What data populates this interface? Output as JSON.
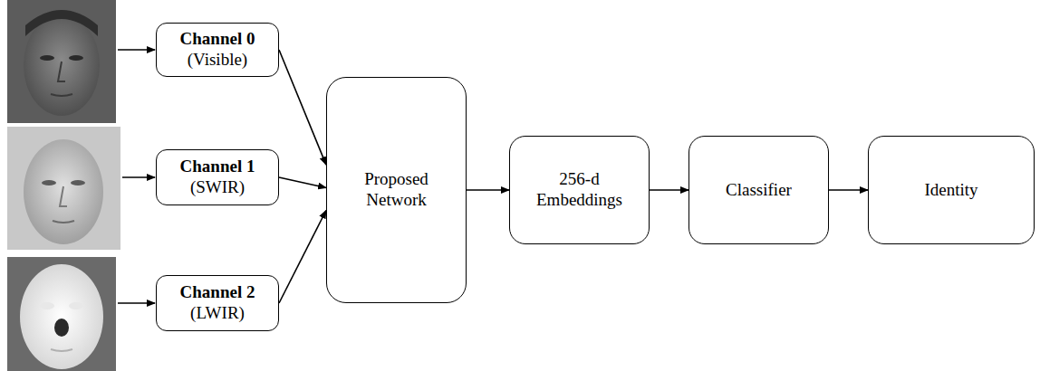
{
  "diagram": {
    "nodes": [
      {
        "text": [
          "Channel 0",
          "(Visible)"
        ]
      },
      {
        "text": [
          "Channel 1",
          "(SWIR)"
        ]
      },
      {
        "text": [
          "Channel 2",
          "(LWIR)"
        ]
      },
      {
        "text": [
          "Proposed Network"
        ]
      },
      {
        "text": [
          "256-d Embeddings"
        ]
      },
      {
        "text": [
          "Classifier"
        ]
      },
      {
        "text": [
          "Identity"
        ]
      }
    ],
    "edges": [
      {
        "from": 0,
        "to": 3,
        "arrow": "to"
      },
      {
        "from": 1,
        "to": 3,
        "arrow": "to"
      },
      {
        "from": 2,
        "to": 3,
        "arrow": "to"
      },
      {
        "from": 3,
        "to": 4,
        "arrow": "to"
      },
      {
        "from": 4,
        "to": 5,
        "arrow": "to"
      },
      {
        "from": 5,
        "to": 6,
        "arrow": "to"
      }
    ]
  }
}
